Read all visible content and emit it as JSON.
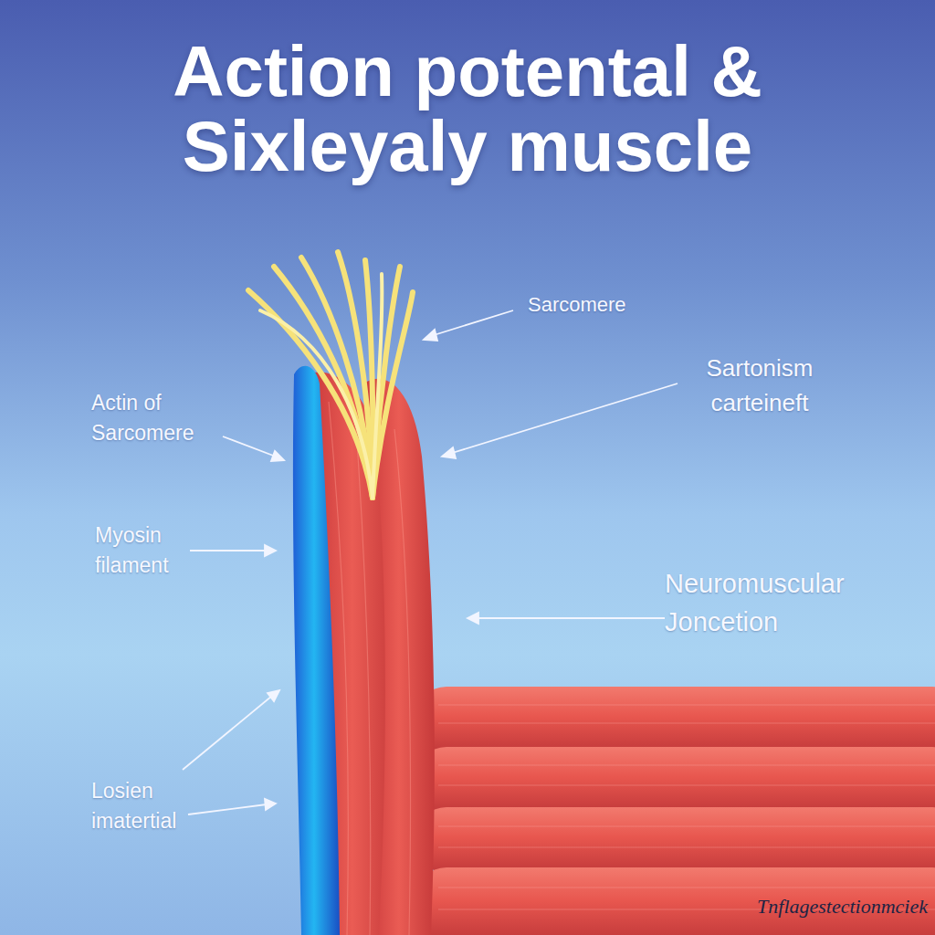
{
  "diagram": {
    "title": "Action potental & Sixleyaly muscle",
    "labels": [
      "Sarcomere",
      "Sartonism carteineft",
      "Actin of Sarcomere",
      "Myosin filament",
      "Neuromuscular Joncetion",
      "Losien imatertial",
      "Tnflagestectionmciek"
    ]
  }
}
